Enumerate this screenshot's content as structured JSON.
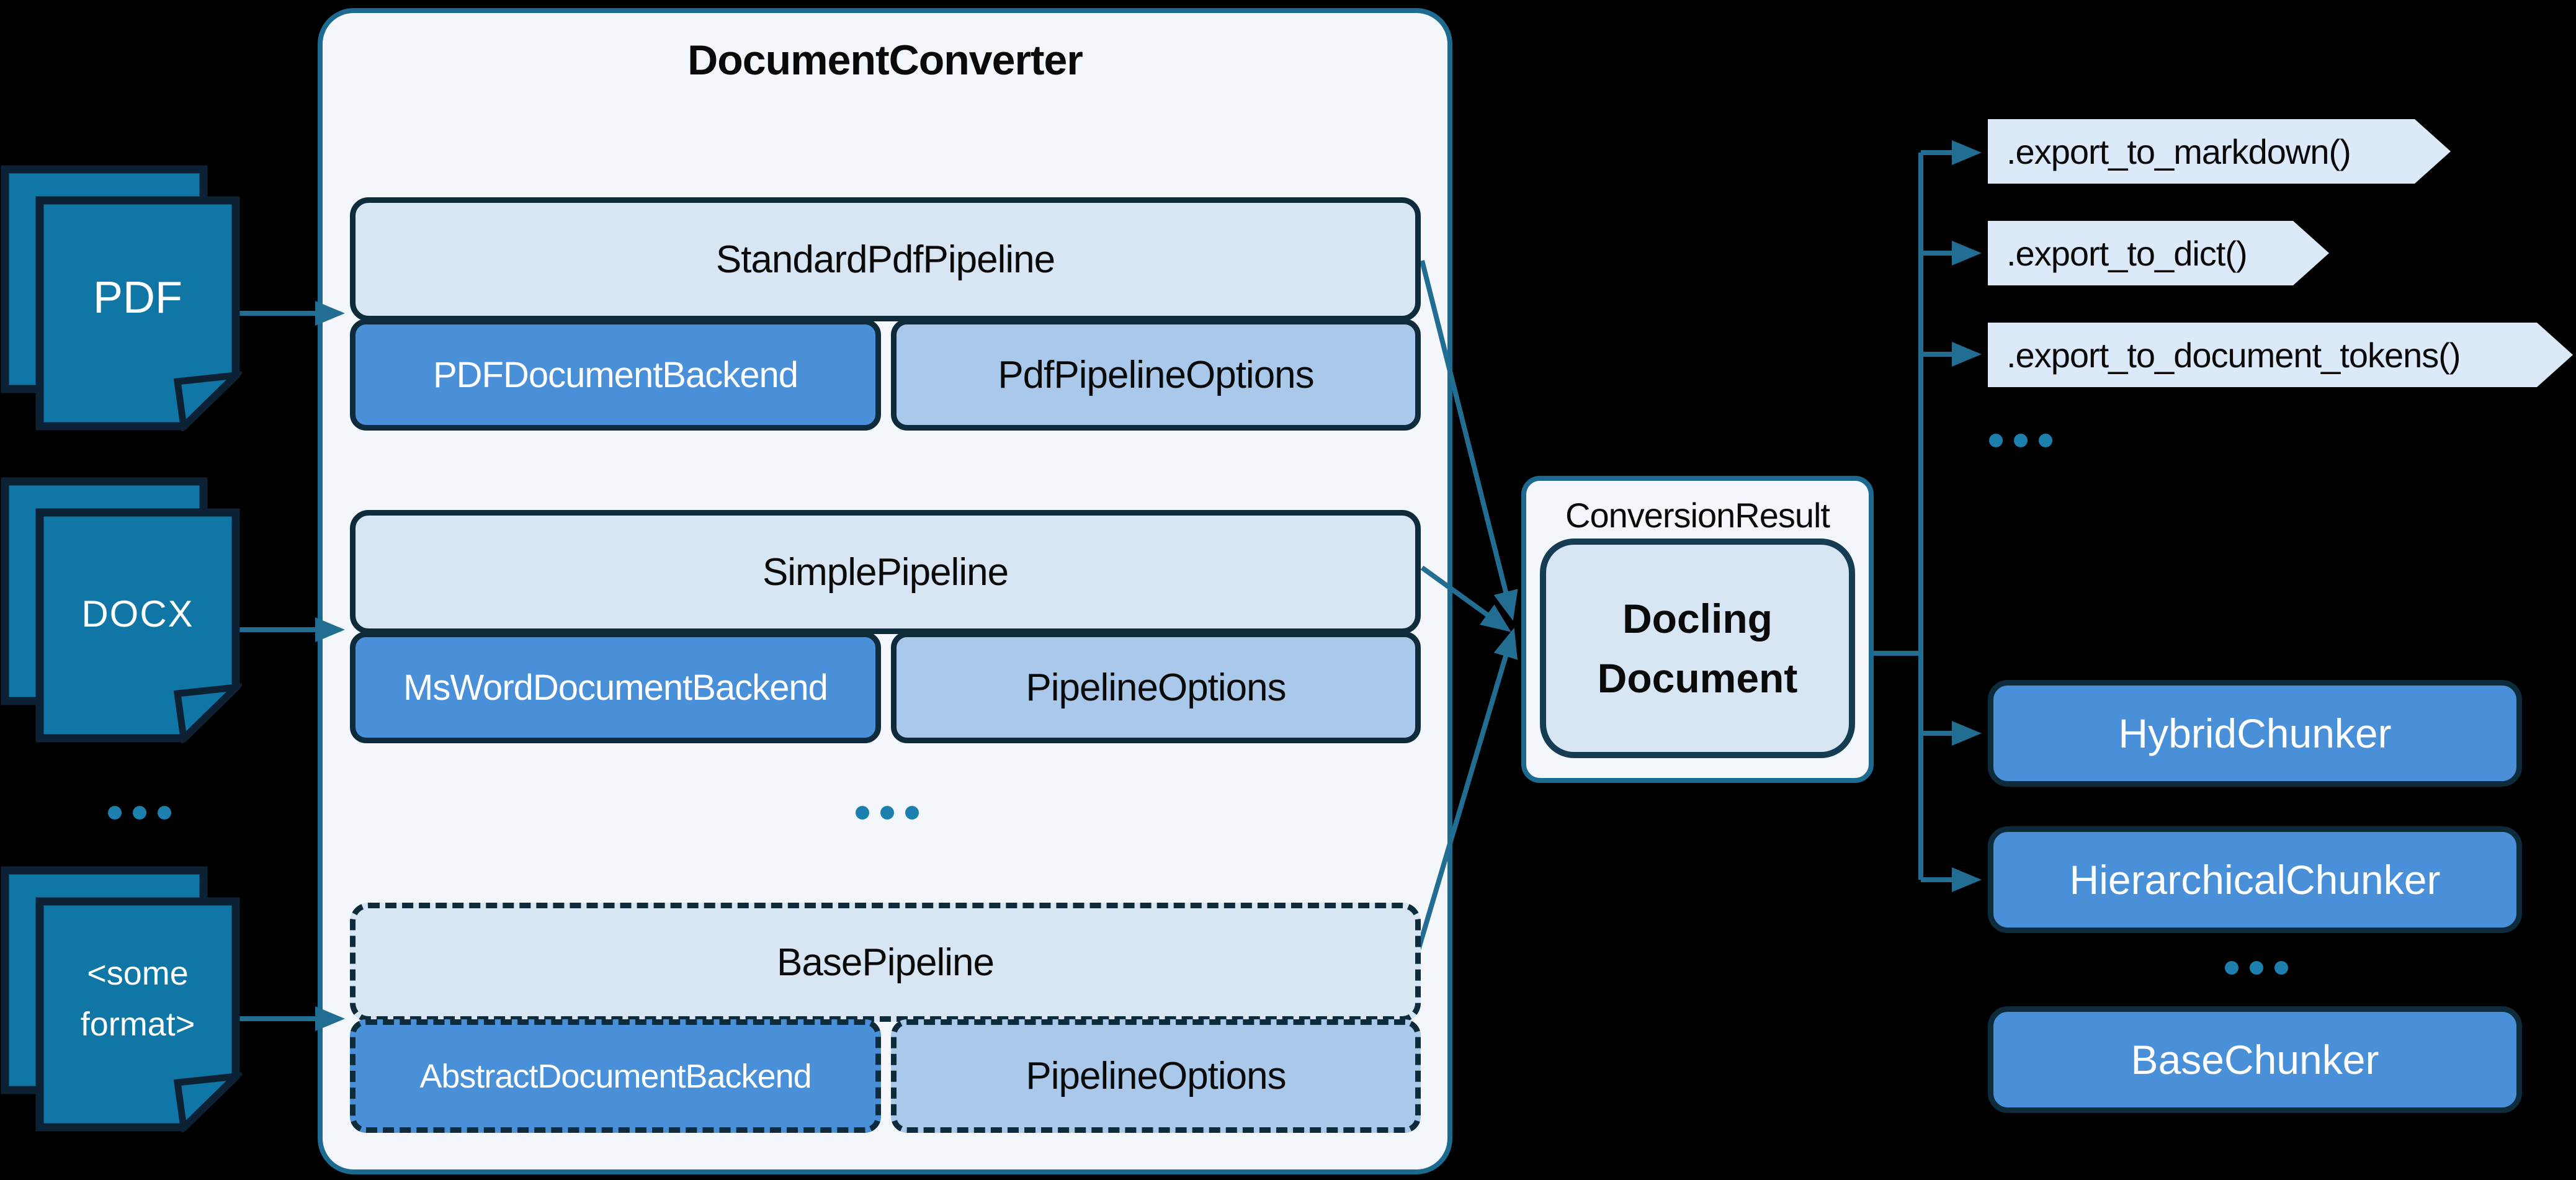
{
  "title": "DocumentConverter",
  "colors": {
    "background": "#000000",
    "panel_bg": "#f3f7fc",
    "panel_border": "#1c6a90",
    "box_light_blue": "#d8e6f4",
    "box_mid_blue": "#a9c8ea",
    "box_blue": "#4a90d8",
    "box_border_dark": "#0e2b3c",
    "doc_icon_fill": "#0f76a6",
    "doc_icon_border": "#0c2133",
    "flag_bg": "#dbe9f8",
    "connector": "#226e93",
    "dots": "#1d7fad"
  },
  "inputs": {
    "items": [
      {
        "label": "PDF"
      },
      {
        "label": "DOCX"
      },
      {
        "label": "<some\nformat>"
      }
    ],
    "ellipsis": "..."
  },
  "converter": {
    "rows": [
      {
        "pipeline": "StandardPdfPipeline",
        "backend": "PDFDocumentBackend",
        "options": "PdfPipelineOptions"
      },
      {
        "pipeline": "SimplePipeline",
        "backend": "MsWordDocumentBackend",
        "options": "PipelineOptions"
      },
      {
        "pipeline": "BasePipeline",
        "backend": "AbstractDocumentBackend",
        "options": "PipelineOptions"
      }
    ],
    "ellipsis": "..."
  },
  "result": {
    "label": "ConversionResult",
    "document": "Docling Document"
  },
  "exports": {
    "items": [
      {
        "label": ".export_to_markdown()"
      },
      {
        "label": ".export_to_dict()"
      },
      {
        "label": ".export_to_document_tokens()"
      }
    ],
    "ellipsis": "..."
  },
  "chunkers": {
    "items": [
      {
        "label": "HybridChunker"
      },
      {
        "label": "HierarchicalChunker"
      }
    ],
    "ellipsis": "...",
    "base": {
      "label": "BaseChunker"
    }
  }
}
